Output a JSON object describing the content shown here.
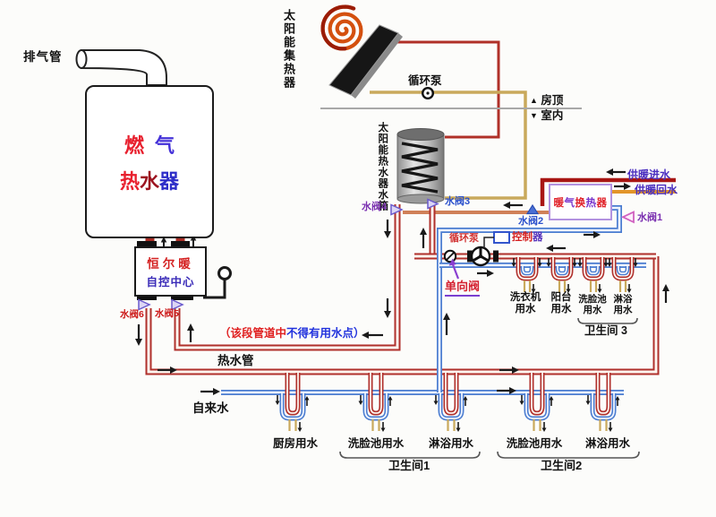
{
  "labels": {
    "exhaust_pipe": "排气管",
    "solar_collector": "太阳能集热器",
    "roof_pump": "循环泵",
    "roof": "房顶",
    "indoor": "室内",
    "tank": "太阳能热水器水箱",
    "heating_supply": "供暖进水",
    "heating_return": "供暖回水",
    "indoor_pump": "循环泵",
    "check_valve": "单向阀",
    "hot_main": "热水管",
    "cold_main": "自来水",
    "bathroom1": "卫生间1",
    "bathroom2": "卫生间2",
    "bathroom3": "卫生间 3"
  },
  "gas_heater": {
    "line1": [
      {
        "t": "燃",
        "c": "#e8202e"
      },
      {
        "t": "气",
        "c": "#4330d8"
      }
    ],
    "line2": [
      {
        "t": "热",
        "c": "#e8202e"
      },
      {
        "t": "水",
        "c": "#9c1420"
      },
      {
        "t": "器",
        "c": "#2d2dc8"
      }
    ]
  },
  "control_center": {
    "line1": "恒尔暖",
    "line2": "自控中心"
  },
  "heat_exchanger_chars": [
    {
      "t": "暖",
      "c": "#e02028"
    },
    {
      "t": "气",
      "c": "#7733cc"
    },
    {
      "t": "换",
      "c": "#e02028"
    },
    {
      "t": "热",
      "c": "#7733cc"
    },
    {
      "t": "器",
      "c": "#e02028"
    }
  ],
  "controller_chars": [
    {
      "t": "控",
      "c": "#d42020"
    },
    {
      "t": "制",
      "c": "#d42020"
    },
    {
      "t": "器",
      "c": "#5533bb"
    }
  ],
  "valves": {
    "v1": "水阀1",
    "v2": "水阀2",
    "v3": "水阀3",
    "v4": "水阀4",
    "v5": "水阀5",
    "v6": "水阀6"
  },
  "note": {
    "red": "（该段管道中",
    "blue": "不得有用水点）"
  },
  "outlets_top": [
    {
      "line1": "洗衣机",
      "line2": "用水"
    },
    {
      "line1": "阳台",
      "line2": "用水"
    },
    {
      "line1": "洗脸池",
      "line2": "用水"
    },
    {
      "line1": "淋浴",
      "line2": "用水"
    }
  ],
  "outlets_bottom": [
    "厨房用水",
    "洗脸池用水",
    "淋浴用水",
    "洗脸池用水",
    "淋浴用水"
  ],
  "icons": {
    "roof_triangle": "▲",
    "indoor_triangle": "▼"
  },
  "colors": {
    "hot_pipe": "#b0302c",
    "hot_core": "#fdf4ee",
    "cold_pipe": "#4a7cd0",
    "cold_core": "#eef4fe",
    "solar_supply": "#b03028",
    "solar_return": "#c9a95c",
    "heating_supply": "#a81613",
    "heating_return": "#e2952a",
    "exchange_line": "#d08058",
    "arrow": "#1a1a1a"
  }
}
